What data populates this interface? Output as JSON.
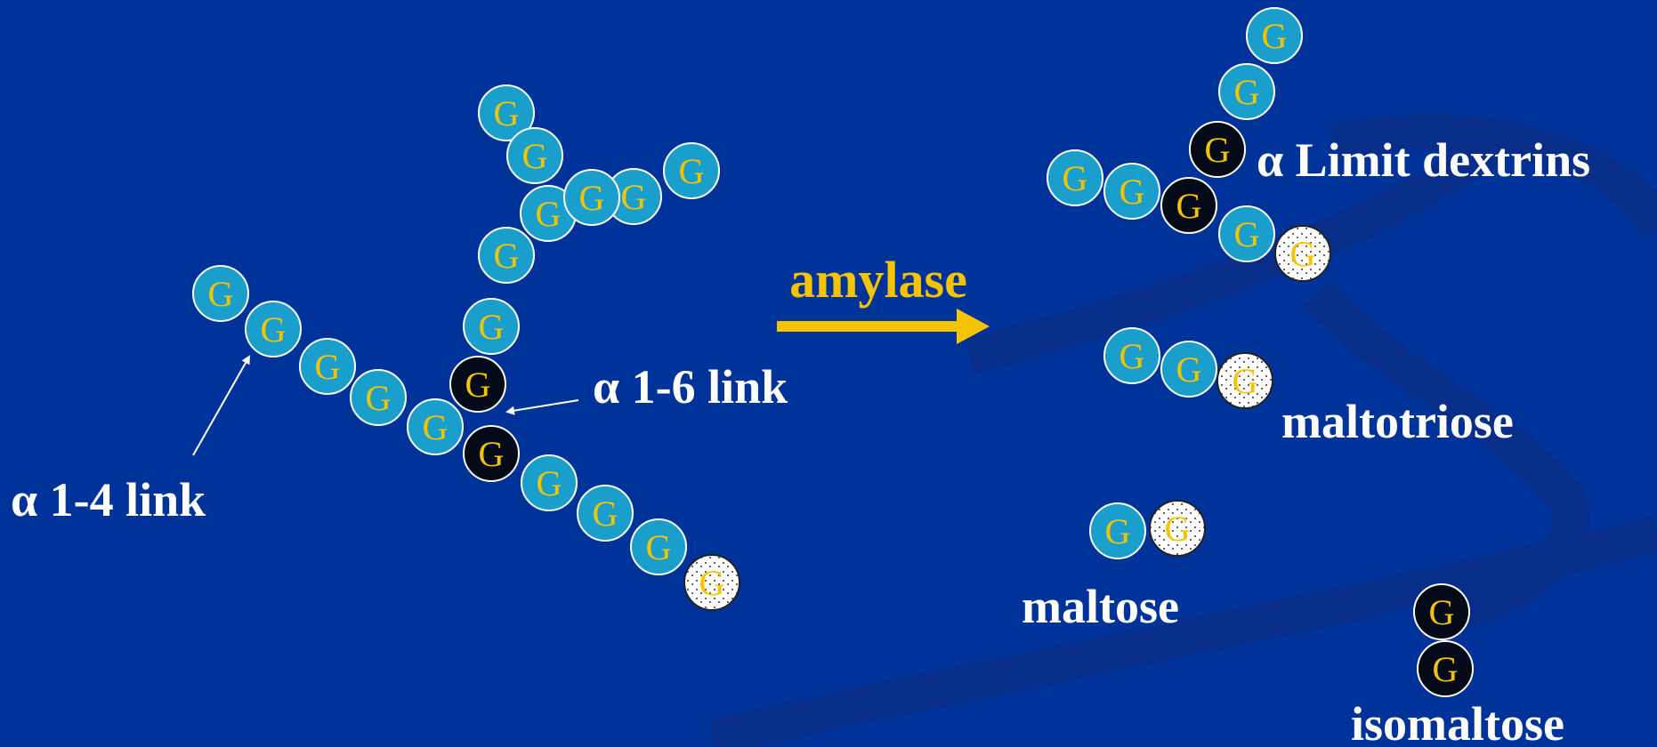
{
  "glucose_letter": "G",
  "arrow_label": "amylase",
  "labels": {
    "alpha14": "α 1-4 link",
    "alpha16": "α 1-6 link",
    "limit_dextrins": "α Limit dextrins",
    "maltotriose": "maltotriose",
    "maltose": "maltose",
    "isomaltose": "isomaltose"
  },
  "legend_colors": {
    "background": "#00339a",
    "glucose_1_4": "#1a9ecb",
    "branch_point_1_6": "#050a18",
    "reducing_end": "#ffffff",
    "letter": "#f5c400",
    "text": "#ffffff",
    "arrow": "#f5c400"
  }
}
